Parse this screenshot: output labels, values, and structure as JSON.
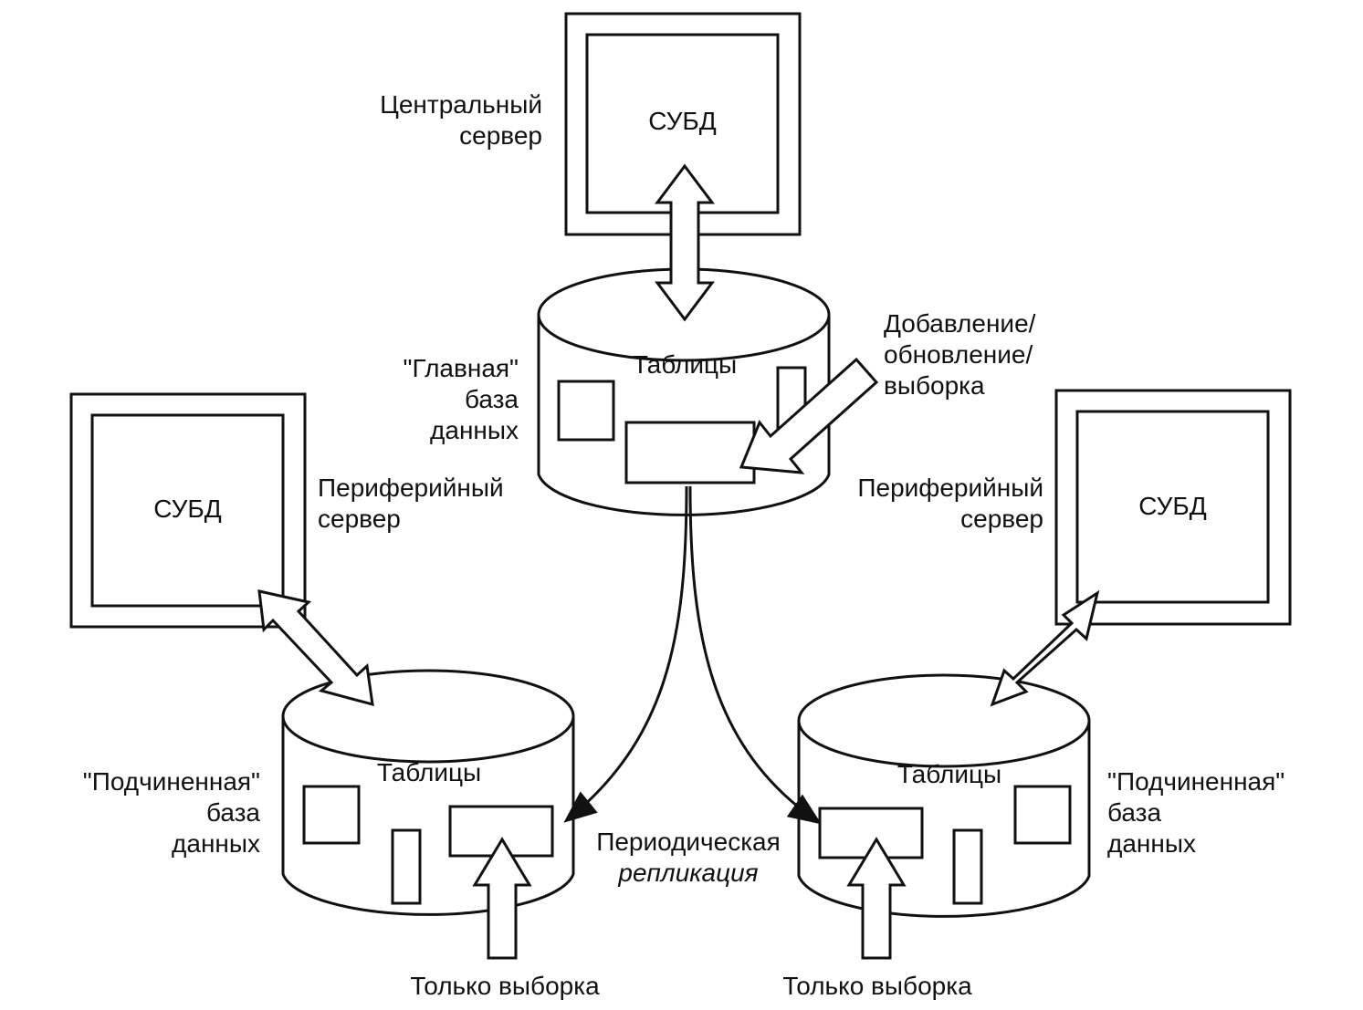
{
  "central": {
    "label": "Центральный\nсервер",
    "dbms": "СУБД"
  },
  "master_db": {
    "label": "\"Главная\"\nбаза\nданных",
    "tables": "Таблицы"
  },
  "write_ops": "Добавление/\nобновление/\nвыборка",
  "left_server": {
    "label": "Периферийный\nсервер",
    "dbms": "СУБД"
  },
  "right_server": {
    "label": "Периферийный\nсервер",
    "dbms": "СУБД"
  },
  "left_slave": {
    "label": "\"Подчиненная\"\nбаза\nданных",
    "tables": "Таблицы",
    "access": "Только выборка"
  },
  "right_slave": {
    "label": "\"Подчиненная\"\nбаза\nданных",
    "tables": "Таблицы",
    "access": "Только выборка"
  },
  "replication": {
    "line1": "Периодическая",
    "line2": "репликация"
  }
}
